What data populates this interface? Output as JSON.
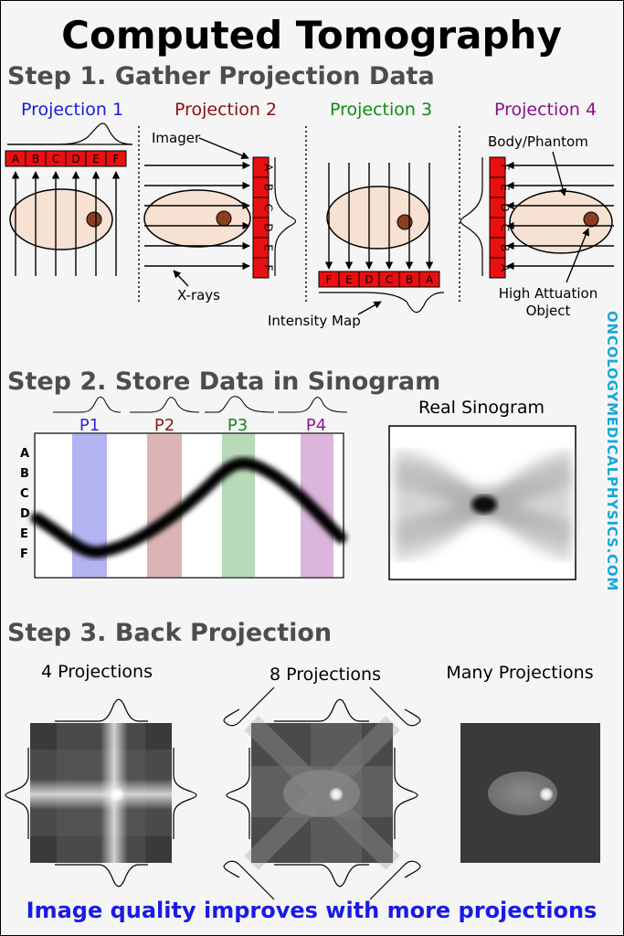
{
  "title": "Computed Tomography",
  "step1": {
    "heading": "Step 1. Gather Projection Data",
    "projections": [
      {
        "label": "Projection 1",
        "color": "#1a1adc"
      },
      {
        "label": "Projection 2",
        "color": "#8b1010"
      },
      {
        "label": "Projection 3",
        "color": "#138a13"
      },
      {
        "label": "Projection 4",
        "color": "#8b108b"
      }
    ],
    "detector_letters": [
      "A",
      "B",
      "C",
      "D",
      "E",
      "F"
    ],
    "labels": {
      "imager": "Imager",
      "xrays": "X-rays",
      "intensity_map": "Intensity Map",
      "body_phantom": "Body/Phantom",
      "high_attenuation_1": "High Attuation",
      "high_attenuation_2": "Object"
    },
    "colors": {
      "detector": "#e81010",
      "body": "#f7e1d2",
      "object": "#8a3e22"
    }
  },
  "step2": {
    "heading": "Step 2. Store Data in Sinogram",
    "columns": [
      {
        "label": "P1",
        "color": "#2b2bd8",
        "fill": "#b4b4f2"
      },
      {
        "label": "P2",
        "color": "#8b1818",
        "fill": "#dbb5b5"
      },
      {
        "label": "P3",
        "color": "#14891a",
        "fill": "#b9dab9"
      },
      {
        "label": "P4",
        "color": "#8a1a8a",
        "fill": "#dbb5db"
      }
    ],
    "row_labels": [
      "A",
      "B",
      "C",
      "D",
      "E",
      "F"
    ],
    "real_sinogram_label": "Real Sinogram"
  },
  "step3": {
    "heading": "Step 3. Back Projection",
    "panels": [
      {
        "label": "4 Projections"
      },
      {
        "label": "8 Projections"
      },
      {
        "label": "Many Projections"
      }
    ],
    "footer": "Image quality improves with more projections",
    "footer_color": "#1a1ae6"
  },
  "sidebar_text": "ONCOLOGYMEDICALPHYSICS.COM",
  "sidebar_color": "#17a7d8"
}
